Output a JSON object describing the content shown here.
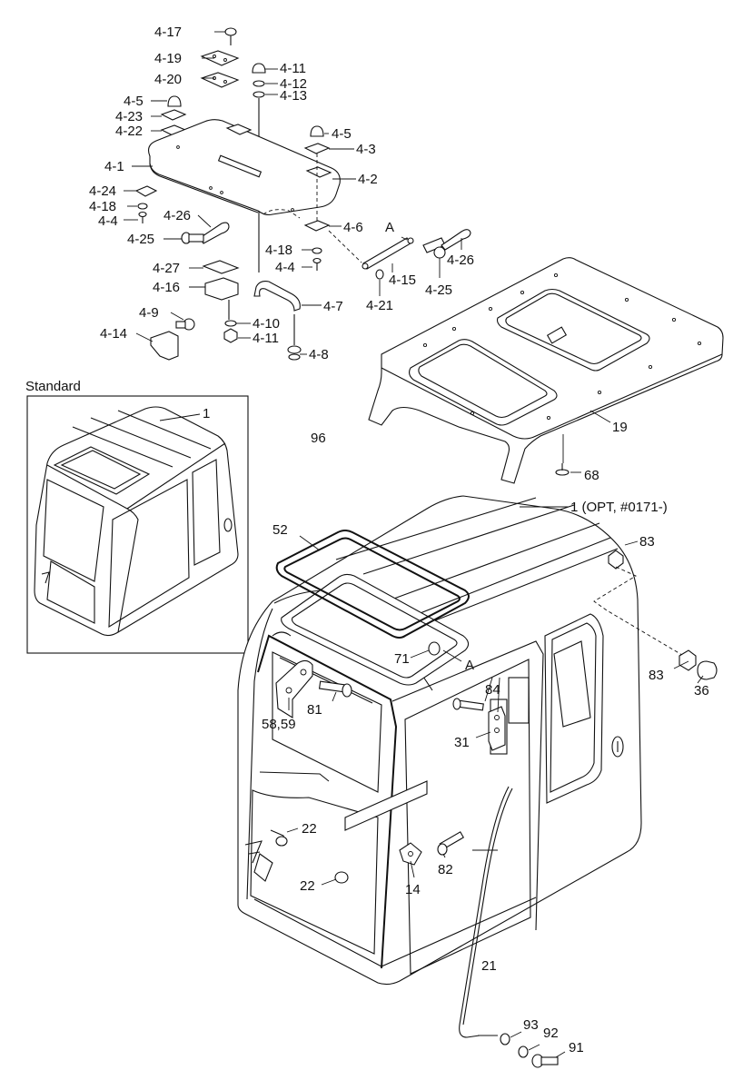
{
  "diagram": {
    "standard_label": "Standard",
    "labels": {
      "p4_17": "4-17",
      "p4_19": "4-19",
      "p4_20": "4-20",
      "p4_11a": "4-11",
      "p4_12": "4-12",
      "p4_13": "4-13",
      "p4_5a": "4-5",
      "p4_23": "4-23",
      "p4_22": "4-22",
      "p4_5b": "4-5",
      "p4_3": "4-3",
      "p4_1": "4-1",
      "p4_2": "4-2",
      "p4_24": "4-24",
      "p4_18a": "4-18",
      "p4_4a": "4-4",
      "p4_26a": "4-26",
      "p4_25a": "4-25",
      "p4_6": "4-6",
      "pA1": "A",
      "p4_18b": "4-18",
      "p4_4b": "4-4",
      "p4_26b": "4-26",
      "p4_15": "4-15",
      "p4_25b": "4-25",
      "p4_21": "4-21",
      "p4_27": "4-27",
      "p4_16": "4-16",
      "p4_7": "4-7",
      "p4_9": "4-9",
      "p4_14": "4-14",
      "p4_10": "4-10",
      "p4_11b": "4-11",
      "p4_8": "4-8",
      "p1_std": "1",
      "p96": "96",
      "p19": "19",
      "p68": "68",
      "p1_opt": "1 (OPT, #0171-)",
      "p52": "52",
      "p83a": "83",
      "p71": "71",
      "pA2": "A",
      "p83b": "83",
      "p36": "36",
      "p84": "84",
      "p58_59": "58,59",
      "p81": "81",
      "p31": "31",
      "p22a": "22",
      "p22b": "22",
      "p14": "14",
      "p82": "82",
      "p21": "21",
      "p93": "93",
      "p92": "92",
      "p91": "91"
    }
  }
}
